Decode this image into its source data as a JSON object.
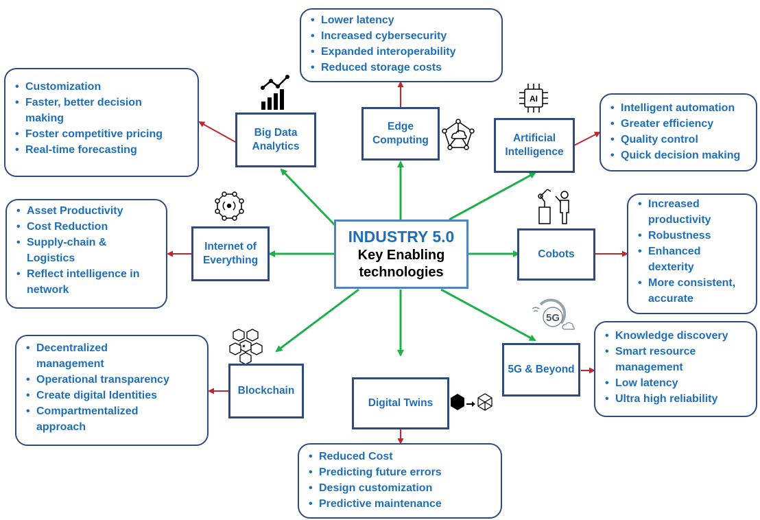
{
  "colors": {
    "node_border": "#2F4A7F",
    "text_blue": "#1F6FB8",
    "center_border": "#4F83C2",
    "arrow_green": "#1DB04B",
    "arrow_red": "#C0272D",
    "black": "#000000"
  },
  "center": {
    "title": "INDUSTRY 5.0",
    "subtitle_line1": "Key Enabling",
    "subtitle_line2": "technologies"
  },
  "nodes": {
    "big_data": {
      "label": "Big Data Analytics",
      "icon": "bar-chart-trend-icon",
      "benefits": [
        "Customization",
        "Faster, better decision making",
        "Foster competitive pricing",
        "Real-time forecasting"
      ]
    },
    "edge": {
      "label": "Edge Computing",
      "icon": "cloud-network-icon",
      "benefits": [
        "Lower latency",
        "Increased cybersecurity",
        "Expanded interoperability",
        "Reduced storage costs"
      ]
    },
    "ai": {
      "label": "Artificial Intelligence",
      "icon": "ai-chip-icon",
      "benefits": [
        "Intelligent automation",
        "Greater efficiency",
        "Quality control",
        "Quick decision making"
      ]
    },
    "ioe": {
      "label": "Internet of Everything",
      "icon": "iot-network-icon",
      "benefits": [
        "Asset Productivity",
        "Cost Reduction",
        "Supply-chain & Logistics",
        "Reflect intelligence in network"
      ]
    },
    "cobots": {
      "label": "Cobots",
      "icon": "cobot-icon",
      "benefits": [
        "Increased productivity",
        "Robustness",
        "Enhanced dexterity",
        "More consistent, accurate"
      ]
    },
    "blockchain": {
      "label": "Blockchain",
      "icon": "blockchain-icon",
      "benefits": [
        "Decentralized management",
        "Operational transparency",
        "Create digital Identities",
        "Compartmentalized approach"
      ]
    },
    "digital_twins": {
      "label": "Digital Twins",
      "icon": "digital-twin-icon",
      "benefits": [
        "Reduced Cost",
        "Predicting future errors",
        "Design customization",
        "Predictive maintenance"
      ]
    },
    "fiveg": {
      "label": "5G & Beyond",
      "icon": "5g-icon",
      "icon_text": "5G",
      "benefits": [
        "Knowledge discovery",
        "Smart resource management",
        "Low latency",
        "Ultra high reliability"
      ]
    }
  },
  "ai_icon_text": "AI"
}
